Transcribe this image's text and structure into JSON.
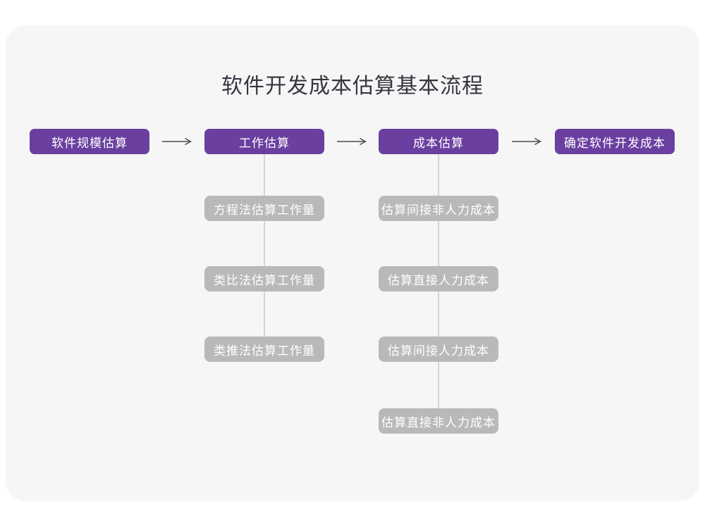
{
  "title": "软件开发成本估算基本流程",
  "colors": {
    "accent": "#6a3fa0",
    "sub_box": "#b9b9b9",
    "card_bg": "#f6f6f7",
    "connector": "#d5d5d5",
    "arrow": "#4c4c4c",
    "title_text": "#37353f",
    "box_text": "#ffffff"
  },
  "flow": {
    "steps": [
      {
        "label": "软件规模估算"
      },
      {
        "label": "工作估算"
      },
      {
        "label": "成本估算"
      },
      {
        "label": "确定软件开发成本"
      }
    ],
    "arrow_icon": "long-right-arrow"
  },
  "work_estimation_methods": [
    "方程法估算工作量",
    "类比法估算工作量",
    "类推法估算工作量"
  ],
  "cost_estimation_steps": [
    "估算间接非人力成本",
    "估算直接人力成本",
    "估算间接人力成本",
    "估算直接非人力成本"
  ]
}
